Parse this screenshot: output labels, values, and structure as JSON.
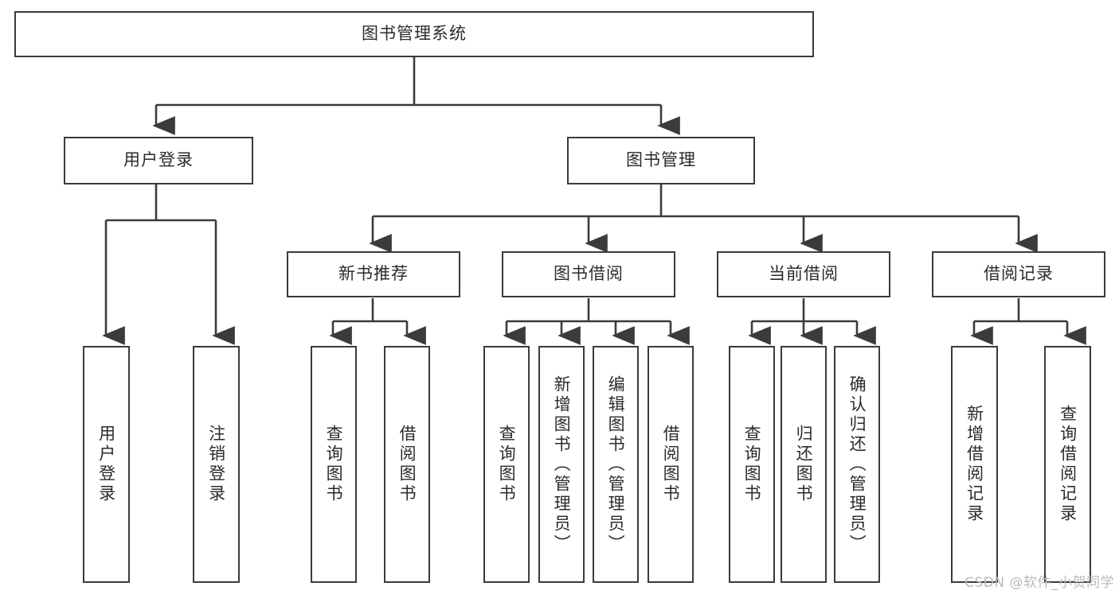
{
  "diagram": {
    "type": "tree",
    "title": "图书管理系统",
    "orientation": "top-down",
    "colors": {
      "stroke": "#3b3b3b",
      "fill": "#ffffff",
      "text": "#2b2b2b",
      "watermark": "#b9b9b9"
    },
    "root": {
      "id": "root",
      "label": "图书管理系统",
      "text_direction": "horizontal"
    },
    "level2": [
      {
        "id": "user-login",
        "label": "用户登录",
        "text_direction": "horizontal"
      },
      {
        "id": "book-manage",
        "label": "图书管理",
        "text_direction": "horizontal"
      }
    ],
    "level3": [
      {
        "id": "new-book-recommend",
        "label": "新书推荐",
        "parent": "book-manage",
        "text_direction": "horizontal"
      },
      {
        "id": "book-borrow",
        "label": "图书借阅",
        "parent": "book-manage",
        "text_direction": "horizontal"
      },
      {
        "id": "current-borrow",
        "label": "当前借阅",
        "parent": "book-manage",
        "text_direction": "horizontal"
      },
      {
        "id": "borrow-record",
        "label": "借阅记录",
        "parent": "book-manage",
        "text_direction": "horizontal"
      }
    ],
    "leaves": [
      {
        "id": "leaf-user-login",
        "label": "用户登录",
        "parent": "user-login",
        "text_direction": "vertical"
      },
      {
        "id": "leaf-logout",
        "label": "注销登录",
        "parent": "user-login",
        "text_direction": "vertical"
      },
      {
        "id": "leaf-query-book-1",
        "label": "查询图书",
        "parent": "new-book-recommend",
        "text_direction": "vertical"
      },
      {
        "id": "leaf-borrow-book-1",
        "label": "借阅图书",
        "parent": "new-book-recommend",
        "text_direction": "vertical"
      },
      {
        "id": "leaf-query-book-2",
        "label": "查询图书",
        "parent": "book-borrow",
        "text_direction": "vertical"
      },
      {
        "id": "leaf-add-book",
        "label": "新增图书（管理员）",
        "parent": "book-borrow",
        "text_direction": "vertical"
      },
      {
        "id": "leaf-edit-book",
        "label": "编辑图书（管理员）",
        "parent": "book-borrow",
        "text_direction": "vertical"
      },
      {
        "id": "leaf-borrow-book-2",
        "label": "借阅图书",
        "parent": "book-borrow",
        "text_direction": "vertical"
      },
      {
        "id": "leaf-query-book-3",
        "label": "查询图书",
        "parent": "current-borrow",
        "text_direction": "vertical"
      },
      {
        "id": "leaf-return-book",
        "label": "归还图书",
        "parent": "current-borrow",
        "text_direction": "vertical"
      },
      {
        "id": "leaf-confirm-return",
        "label": "确认归还（管理员）",
        "parent": "current-borrow",
        "text_direction": "vertical"
      },
      {
        "id": "leaf-add-record",
        "label": "新增借阅记录",
        "parent": "borrow-record",
        "text_direction": "vertical"
      },
      {
        "id": "leaf-query-record",
        "label": "查询借阅记录",
        "parent": "borrow-record",
        "text_direction": "vertical"
      }
    ]
  },
  "watermark": {
    "text": "CSDN @软件_小贺同学"
  }
}
